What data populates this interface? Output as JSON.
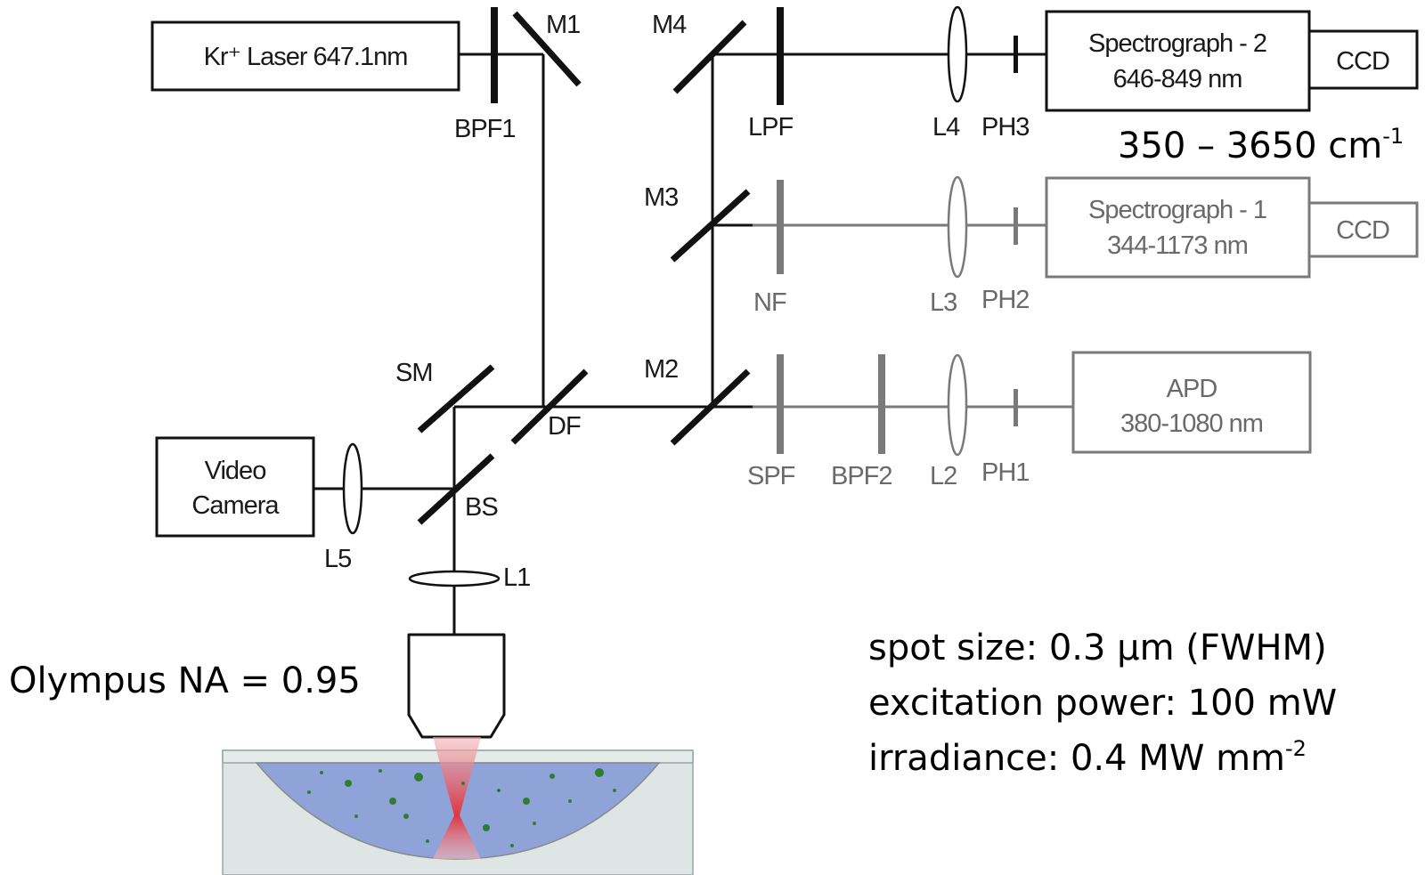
{
  "labels": {
    "m1": "M1",
    "m2": "M2",
    "m3": "M3",
    "m4": "M4",
    "bpf1": "BPF1",
    "lpf": "LPF",
    "nf": "NF",
    "spf": "SPF",
    "bpf2": "BPF2",
    "l1": "L1",
    "l2": "L2",
    "l3": "L3",
    "l4": "L4",
    "l5": "L5",
    "ph1": "PH1",
    "ph2": "PH2",
    "ph3": "PH3",
    "sm": "SM",
    "df": "DF",
    "bs": "BS"
  },
  "boxes": {
    "laser": "Kr⁺ Laser 647.1nm",
    "spec2_line1": "Spectrograph - 2",
    "spec2_line2": "646-849 nm",
    "spec1_line1": "Spectrograph - 1",
    "spec1_line2": "344-1173 nm",
    "ccd_top": "CCD",
    "ccd_mid": "CCD",
    "apd_line1": "APD",
    "apd_line2": "380-1080 nm",
    "video_line1": "Video",
    "video_line2": "Camera"
  },
  "annotations": {
    "range_value": "350 – 3650 cm",
    "range_exp": "-1",
    "objective": "Olympus NA = 0.95",
    "spot": "spot size: 0.3 µm (FWHM)",
    "power": "excitation power: 100 mW",
    "irradiance_value": "irradiance: 0.4 MW mm",
    "irradiance_exp": "-2"
  },
  "colors": {
    "black_path": "#111111",
    "gray_path": "#7a7a7a",
    "sample_blue": "#8fa3d9",
    "sample_bg": "#dde6e4",
    "beam_red": "#e0303a",
    "particle_green": "#2e7d32"
  }
}
